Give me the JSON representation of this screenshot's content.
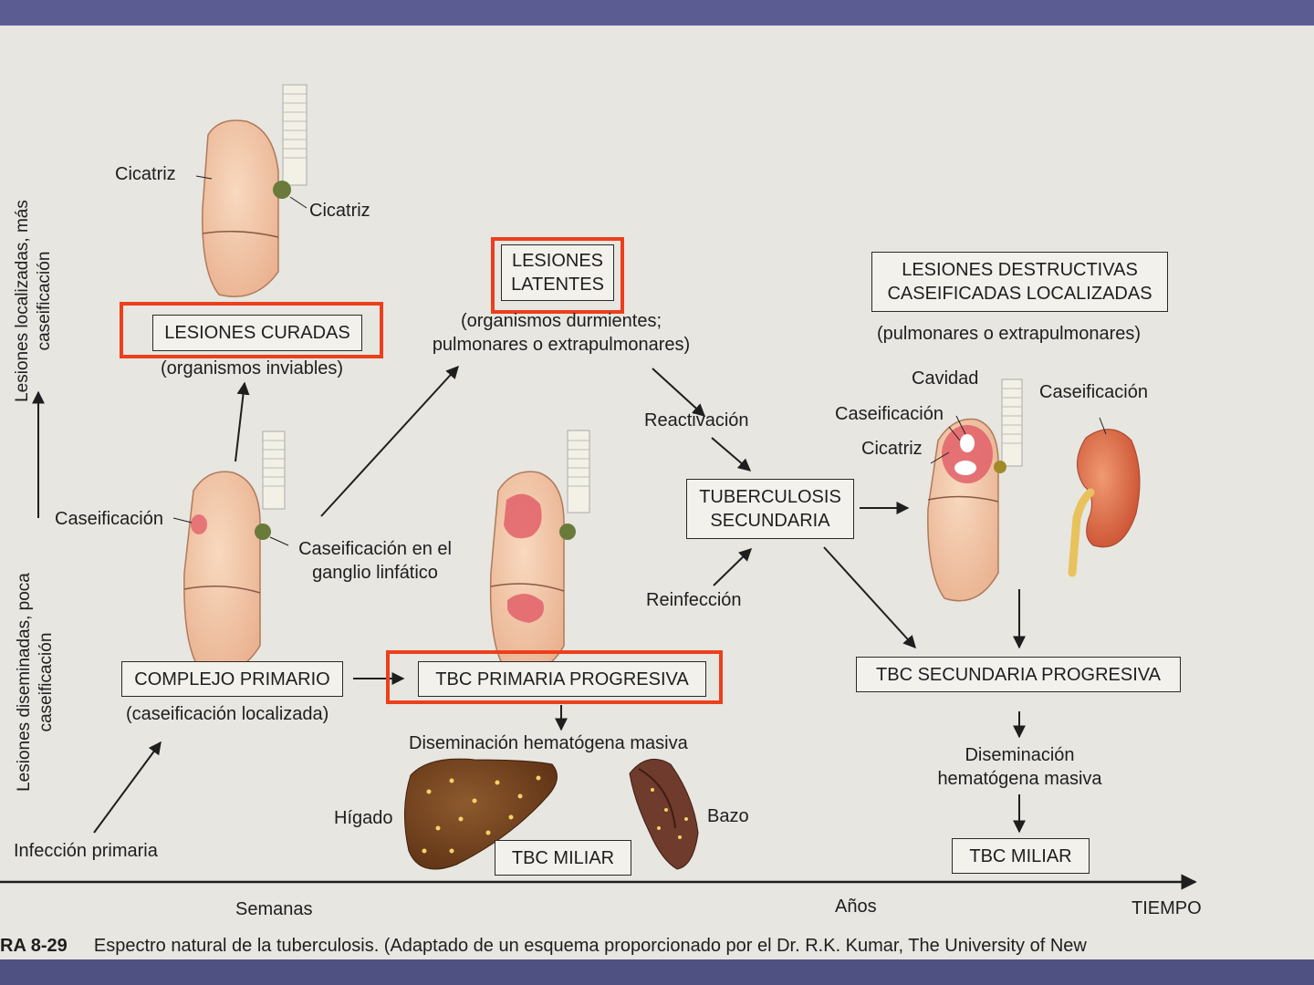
{
  "labels": {
    "cicatriz_1": "Cicatriz",
    "cicatriz_2": "Cicatriz",
    "lesiones_curadas": "LESIONES CURADAS",
    "organismos_inviables": "(organismos inviables)",
    "lesiones_latentes": "LESIONES LATENTES",
    "organismos_durmientes": "(organismos durmientes; pulmonares o extrapulmonares)",
    "lesiones_destructivas": "LESIONES DESTRUCTIVAS CASEIFICADAS LOCALIZADAS",
    "pulmonares_extra": "(pulmonares o extrapulmonares)",
    "cavidad": "Cavidad",
    "caseificacion_right_1": "Caseificación",
    "caseificacion_right_2": "Caseificación",
    "cicatriz_right": "Cicatriz",
    "reactivacion": "Reactivación",
    "tuberculosis_secundaria": "TUBERCULOSIS SECUNDARIA",
    "reinfeccion": "Reinfección",
    "caseificacion_left": "Caseificación",
    "caseificacion_ganglio": "Caseificación en el ganglio linfático",
    "complejo_primario": "COMPLEJO PRIMARIO",
    "caseificacion_localizada": "(caseificación localizada)",
    "tbc_primaria_progresiva": "TBC PRIMARIA PROGRESIVA",
    "diseminacion_1": "Diseminación hematógena masiva",
    "higado": "Hígado",
    "bazo": "Bazo",
    "tbc_miliar_1": "TBC MILIAR",
    "tbc_secundaria_progresiva": "TBC SECUNDARIA PROGRESIVA",
    "diseminacion_2": "Diseminación hematógena masiva",
    "tbc_miliar_2": "TBC MILIAR",
    "infeccion_primaria": "Infección primaria",
    "axis_top": "Lesiones localizadas, más caseificación",
    "axis_bottom": "Lesiones diseminadas, poca caseificación",
    "semanas": "Semanas",
    "anos": "Años",
    "tiempo": "TIEMPO"
  },
  "caption": {
    "figure": "RA 8-29",
    "text": "Espectro natural de la tuberculosis. (Adaptado de un esquema proporcionado por el Dr. R.K. Kumar, The University of New"
  },
  "colors": {
    "highlight": "#ec3f1c",
    "lung": "#f1c7a8",
    "liver": "#7a4421",
    "kidney": "#d86a45",
    "caseation": "#e2606a"
  }
}
